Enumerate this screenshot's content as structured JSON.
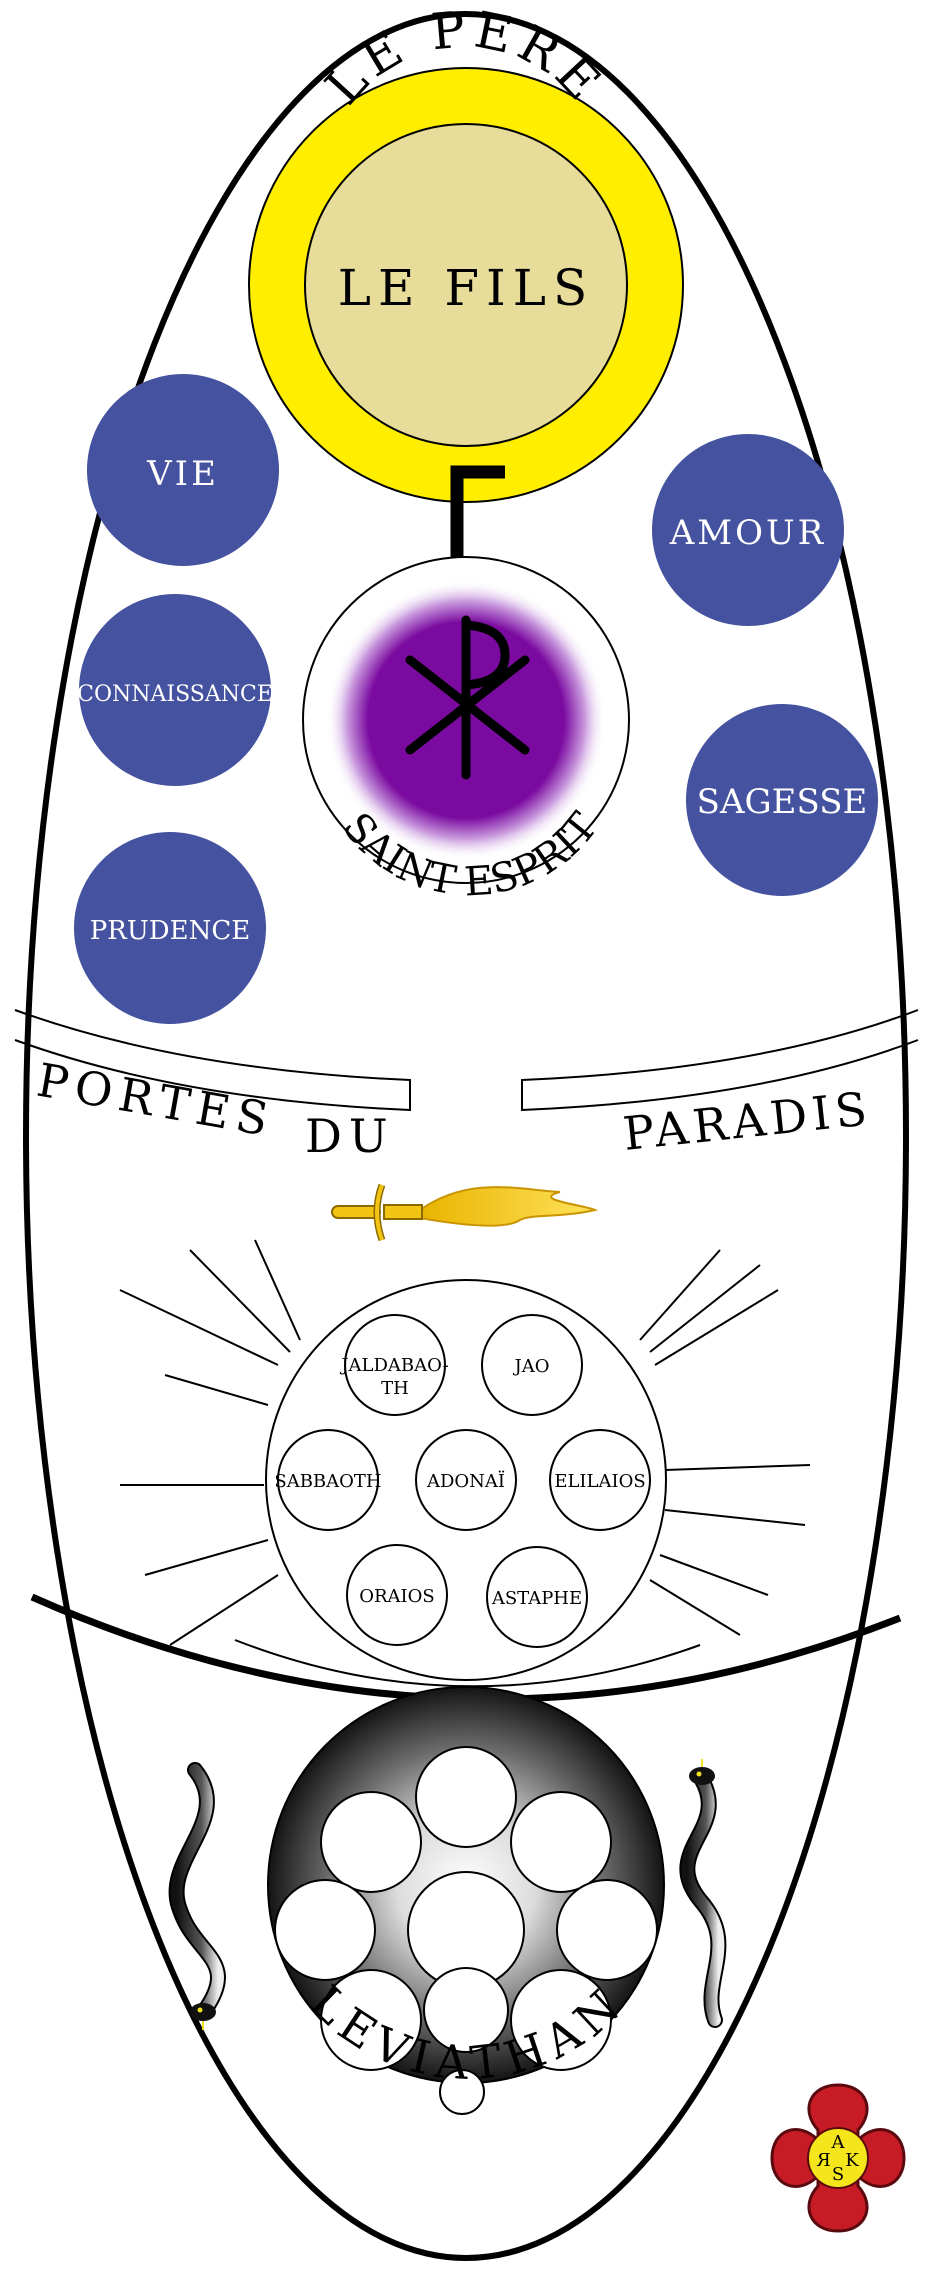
{
  "colors": {
    "outline": "#000000",
    "father_ring": "#ffee00",
    "son_disc": "#e7dc99",
    "spirit_core": "#7b0ba0",
    "spirit_glow": "#e6c2f0",
    "virtue": "#45529f",
    "virtue_text": "#ffffff",
    "flame": "#f2c514",
    "serpent_belly": "#f0e020",
    "emblem_cross": "#c71c26",
    "emblem_center": "#f5e51b"
  },
  "trinity": {
    "father": "LE PERE",
    "son": "LE FILS",
    "spirit": "SAINT ESPRIT",
    "spirit_symbol": "☧",
    "spirit_symbol_name": "chi-rho-icon"
  },
  "virtues": {
    "vie": "VIE",
    "connaissance": "CONNAISSANCE",
    "prudence": "PRUDENCE",
    "amour": "AMOUR",
    "sagesse": "SAGESSE"
  },
  "gates": {
    "word1": "PORTES",
    "word2": "DU",
    "word3": "PARADIS",
    "sword_icon": "flaming-sword-icon"
  },
  "archons": {
    "jaldabaoth_line1": "JALDABAO-",
    "jaldabaoth_line2": "TH",
    "jao": "JAO",
    "sabbaoth": "SABBAOTH",
    "adonai": "ADONAÏ",
    "elilaios": "ELILAIOS",
    "oraios": "ORAIOS",
    "astaphe": "ASTAPHE"
  },
  "leviathan": {
    "label": "LEVIATHAN",
    "serpent_icon": "serpent-icon"
  },
  "emblem": {
    "letters": [
      "A",
      "R",
      "S",
      "K"
    ],
    "icon": "cross-emblem-icon"
  }
}
